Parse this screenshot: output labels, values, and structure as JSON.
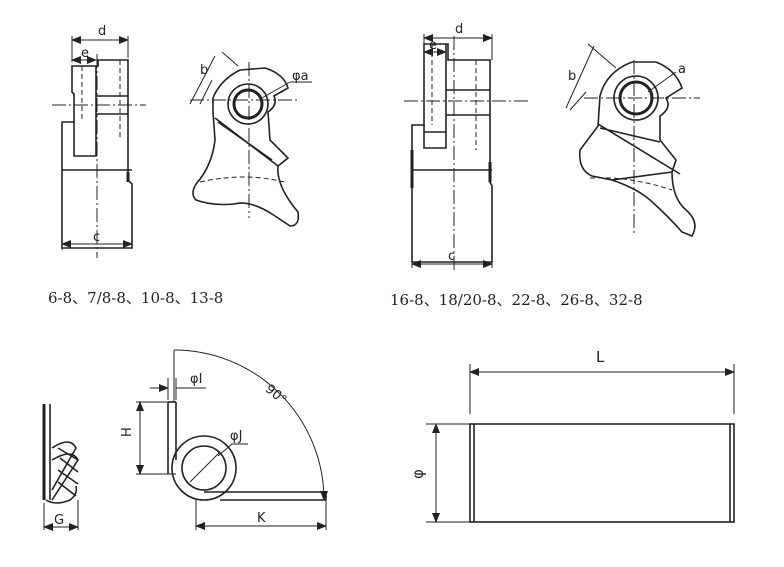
{
  "top_left": {
    "labels": {
      "d": "d",
      "e": "e",
      "c": "c",
      "b": "b",
      "a": "φa"
    },
    "caption": "6-8、7/8-8、10-8、13-8"
  },
  "top_right": {
    "labels": {
      "d": "d",
      "e": "e",
      "c": "c",
      "b": "b",
      "a": "a"
    },
    "caption": "16-8、18/20-8、22-8、26-8、32-8"
  },
  "spring": {
    "labels": {
      "G": "G",
      "H": "H",
      "I": "φI",
      "J": "φJ",
      "K": "K",
      "angle": "90°"
    }
  },
  "pin": {
    "labels": {
      "L": "L",
      "diameter": "φ"
    }
  }
}
